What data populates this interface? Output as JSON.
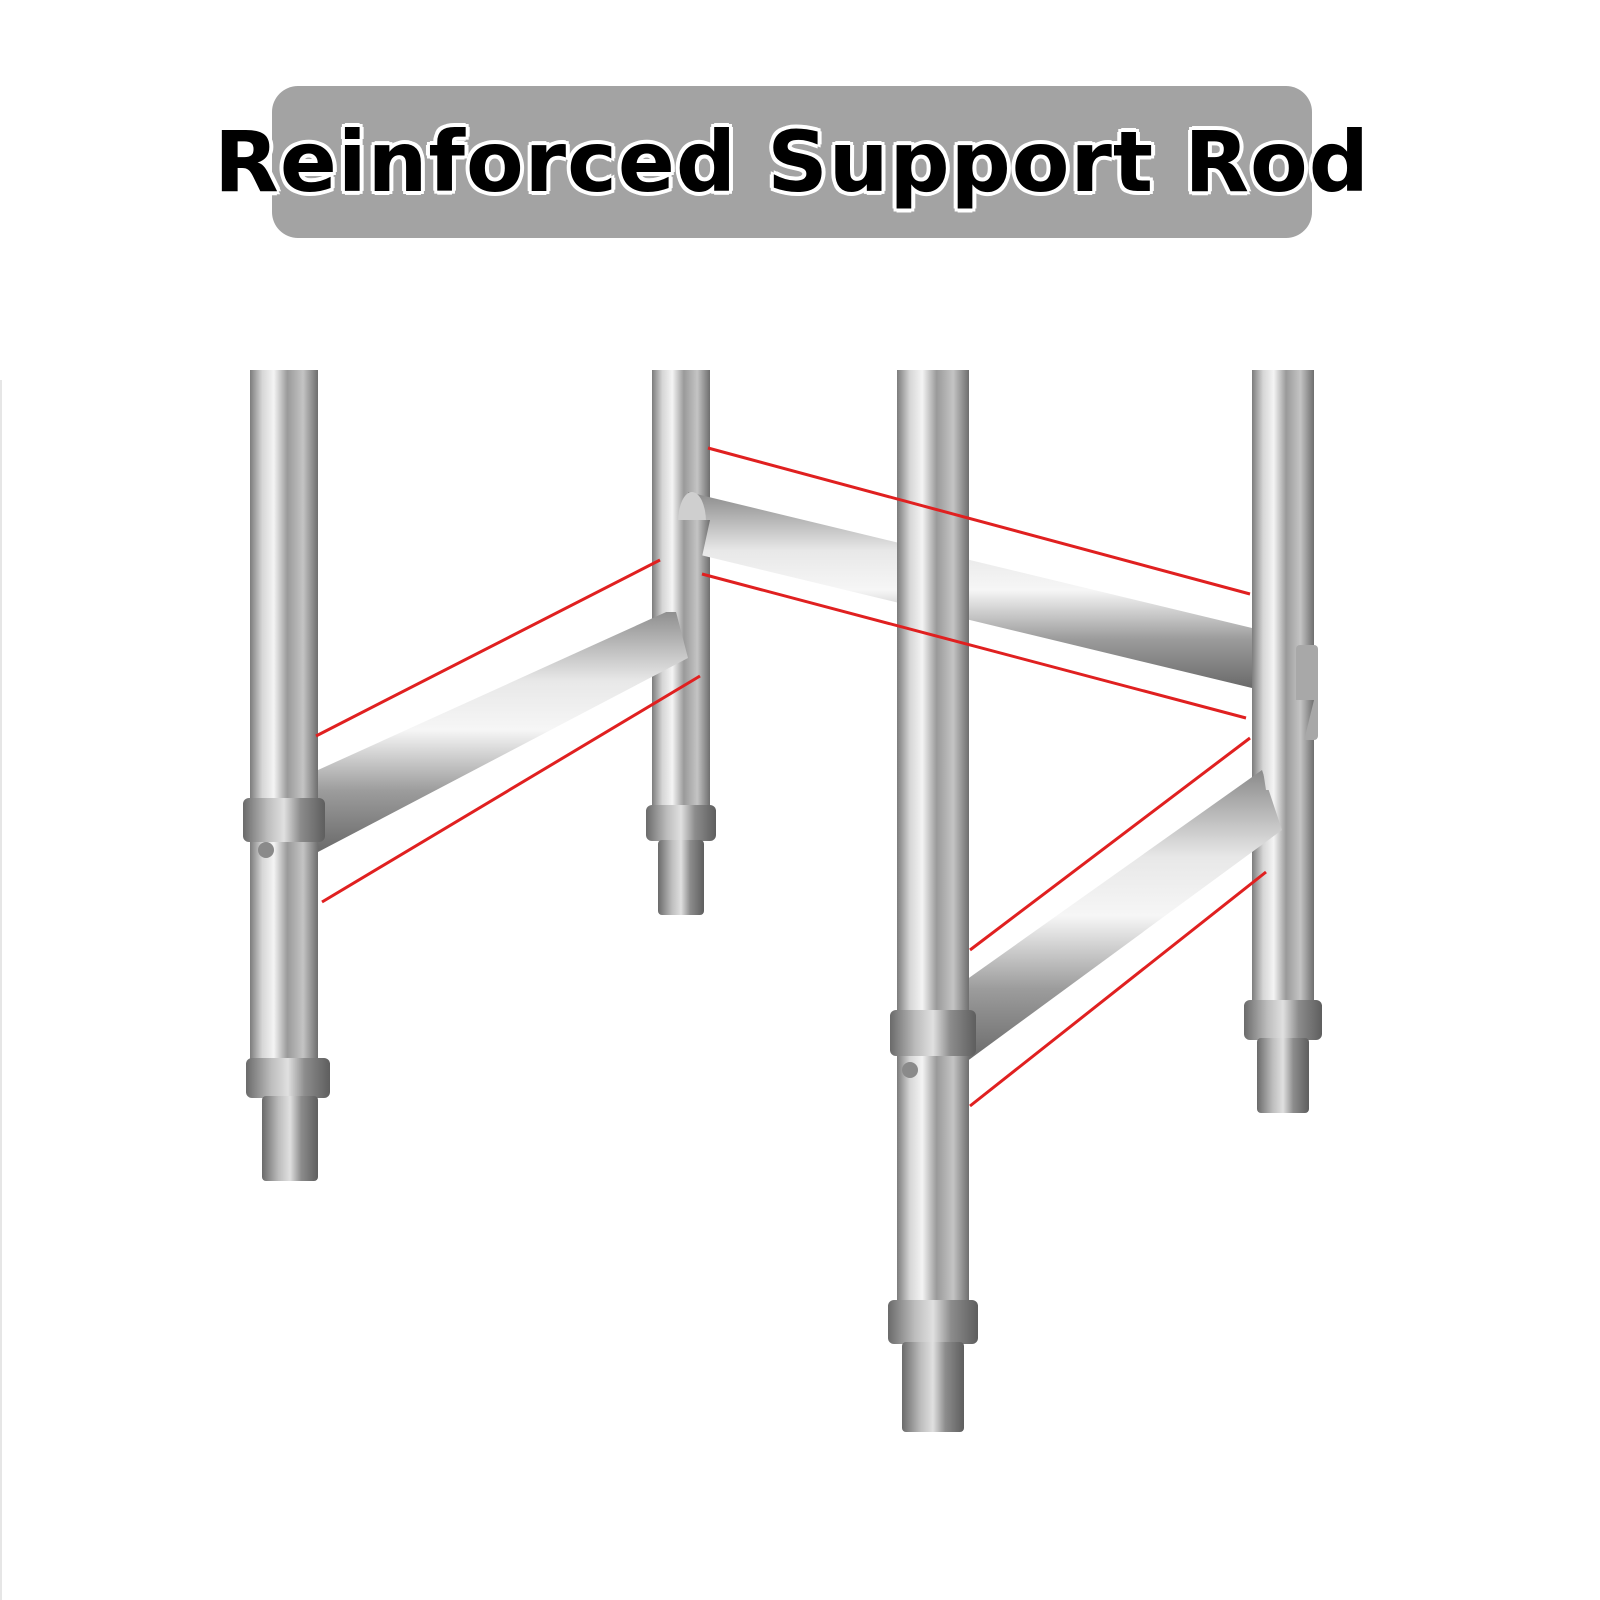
{
  "banner": {
    "title": "Reinforced Support Rod",
    "background_color": "#a3a3a3",
    "text_color": "#000000",
    "outline_color": "#ffffff"
  },
  "scene": {
    "subject": "stainless-steel-table-frame",
    "leg_count": 4,
    "support_rod_count": 3,
    "annotation_line_color": "#e02020"
  }
}
